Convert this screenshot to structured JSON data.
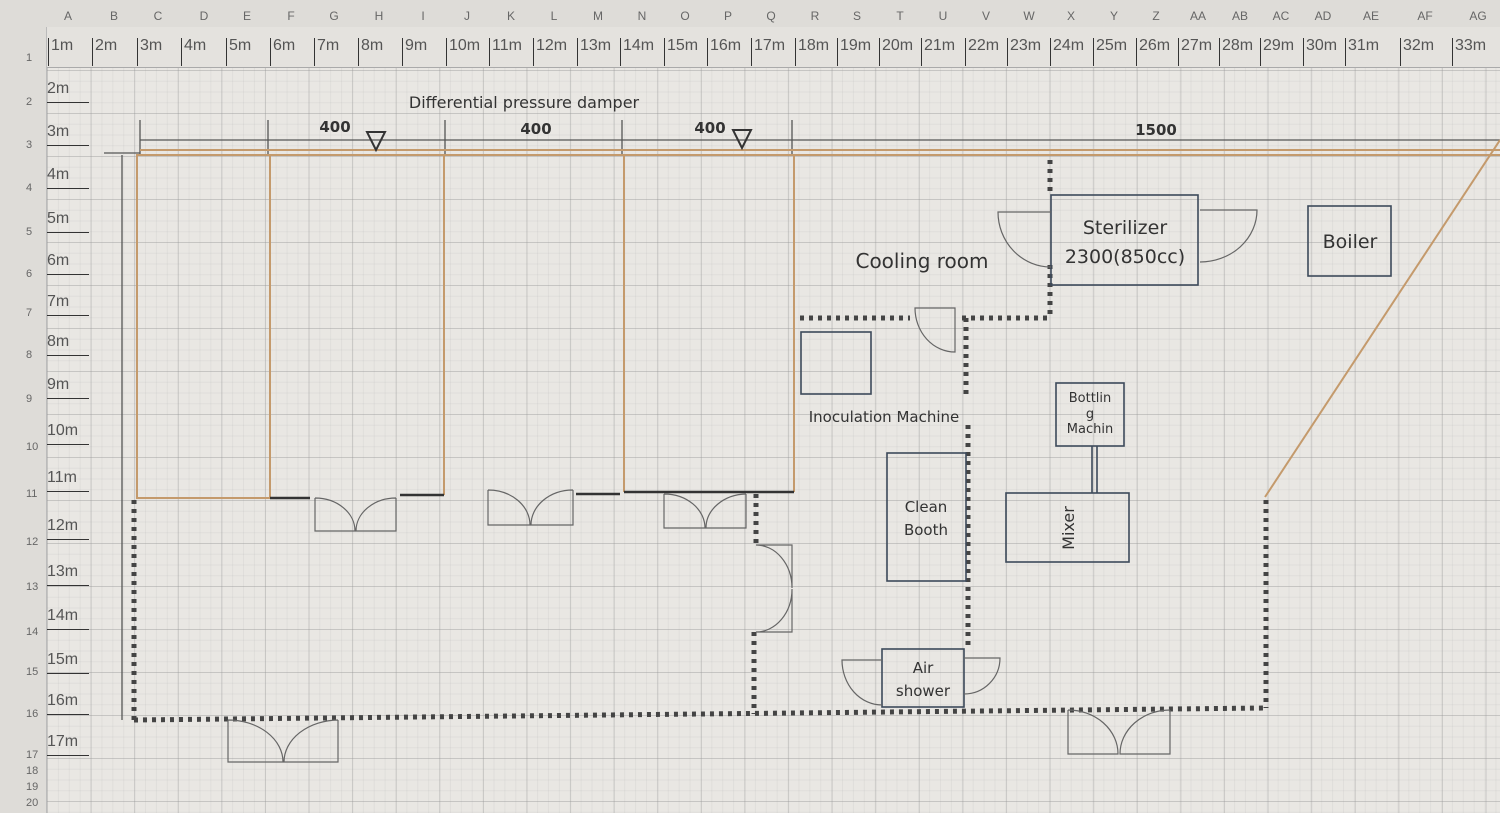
{
  "columns": [
    "A",
    "B",
    "C",
    "D",
    "E",
    "F",
    "G",
    "H",
    "I",
    "J",
    "K",
    "L",
    "M",
    "N",
    "O",
    "P",
    "Q",
    "R",
    "S",
    "T",
    "U",
    "V",
    "W",
    "X",
    "Y",
    "Z",
    "AA",
    "AB",
    "AC",
    "AD",
    "AE",
    "AF",
    "AG"
  ],
  "rows": [
    "1",
    "2",
    "3",
    "4",
    "5",
    "6",
    "7",
    "8",
    "9",
    "10",
    "11",
    "12",
    "13",
    "14",
    "15",
    "16",
    "17",
    "18",
    "19",
    "20"
  ],
  "meter_row": [
    "1m",
    "2m",
    "3m",
    "4m",
    "5m",
    "6m",
    "7m",
    "8m",
    "9m",
    "10m",
    "11m",
    "12m",
    "13m",
    "14m",
    "15m",
    "16m",
    "17m",
    "18m",
    "19m",
    "20m",
    "21m",
    "22m",
    "23m",
    "24m",
    "25m",
    "26m",
    "27m",
    "28m",
    "29m",
    "30m",
    "31m",
    "32m",
    "33m"
  ],
  "meter_col": [
    "2m",
    "3m",
    "4m",
    "5m",
    "6m",
    "7m",
    "8m",
    "9m",
    "10m",
    "11m",
    "12m",
    "13m",
    "14m",
    "15m",
    "16m",
    "17m"
  ],
  "plan": {
    "damper_title": "Differential pressure damper",
    "dims": [
      "400",
      "400",
      "400",
      "1500"
    ],
    "cooling_room": "Cooling room",
    "sterilizer_1": "Sterilizer",
    "sterilizer_2": "2300(850cc)",
    "boiler": "Boiler",
    "inoculation": "Inoculation Machine",
    "bottling_1": "Bottlin",
    "bottling_2": "g",
    "bottling_3": "Machin",
    "clean_1": "Clean",
    "clean_2": "Booth",
    "mixer": "Mixer",
    "air_1": "Air",
    "air_2": "shower"
  }
}
